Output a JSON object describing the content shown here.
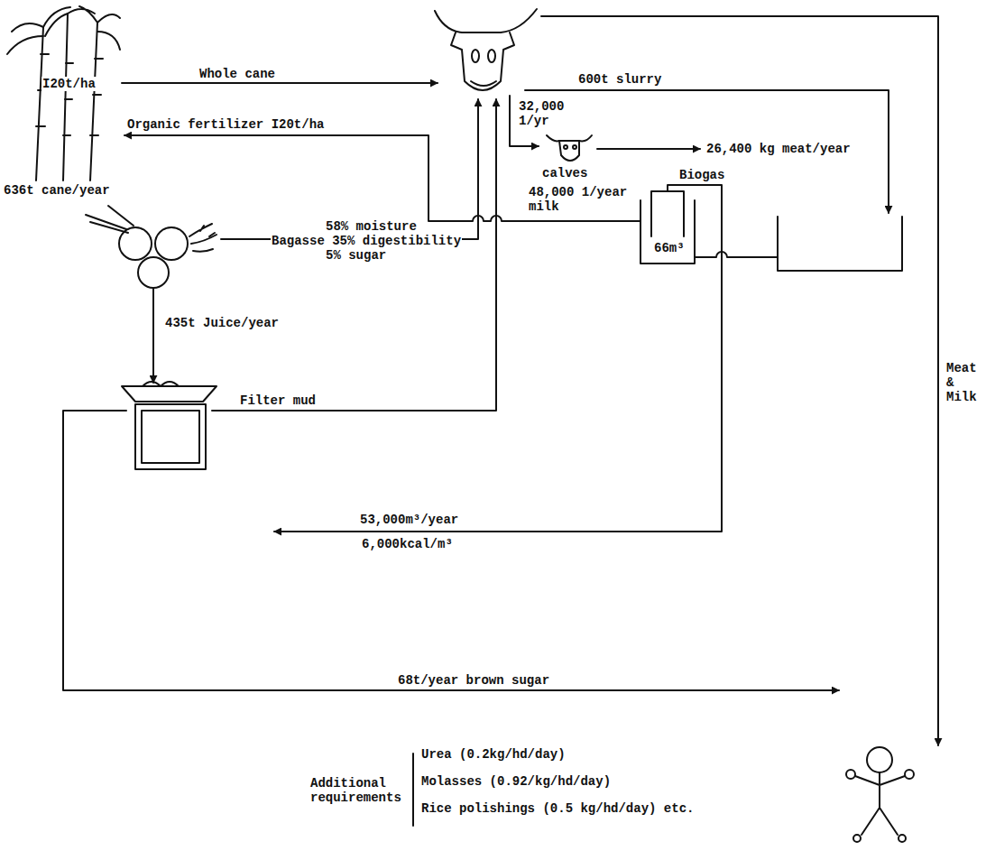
{
  "diagram": {
    "nodes": [
      {
        "text": [
          "I20t/ha",
          "636t cane/year"
        ]
      },
      {
        "text": [
          "calves"
        ]
      },
      {
        "text": [
          "66m³"
        ]
      }
    ],
    "labels": [
      "Whole cane",
      "600t slurry",
      "32,000 1/yr",
      "26,400 kg meat/year",
      "Biogas",
      "Organic fertilizer I20t/ha",
      "48,000 1/year milk",
      "58% moisture",
      "Bagasse 35% digestibility",
      "5% sugar",
      "435t Juice/year",
      "Filter mud",
      "53,000m³/year",
      "6,000kcal/m³",
      "Meat & Milk",
      "68t/year brown sugar",
      "Additional requirements",
      "Urea (0.2kg/hd/day)",
      "Molasses (0.92/kg/hd/day)",
      "Rice polishings (0.5 kg/hd/day) etc."
    ]
  }
}
